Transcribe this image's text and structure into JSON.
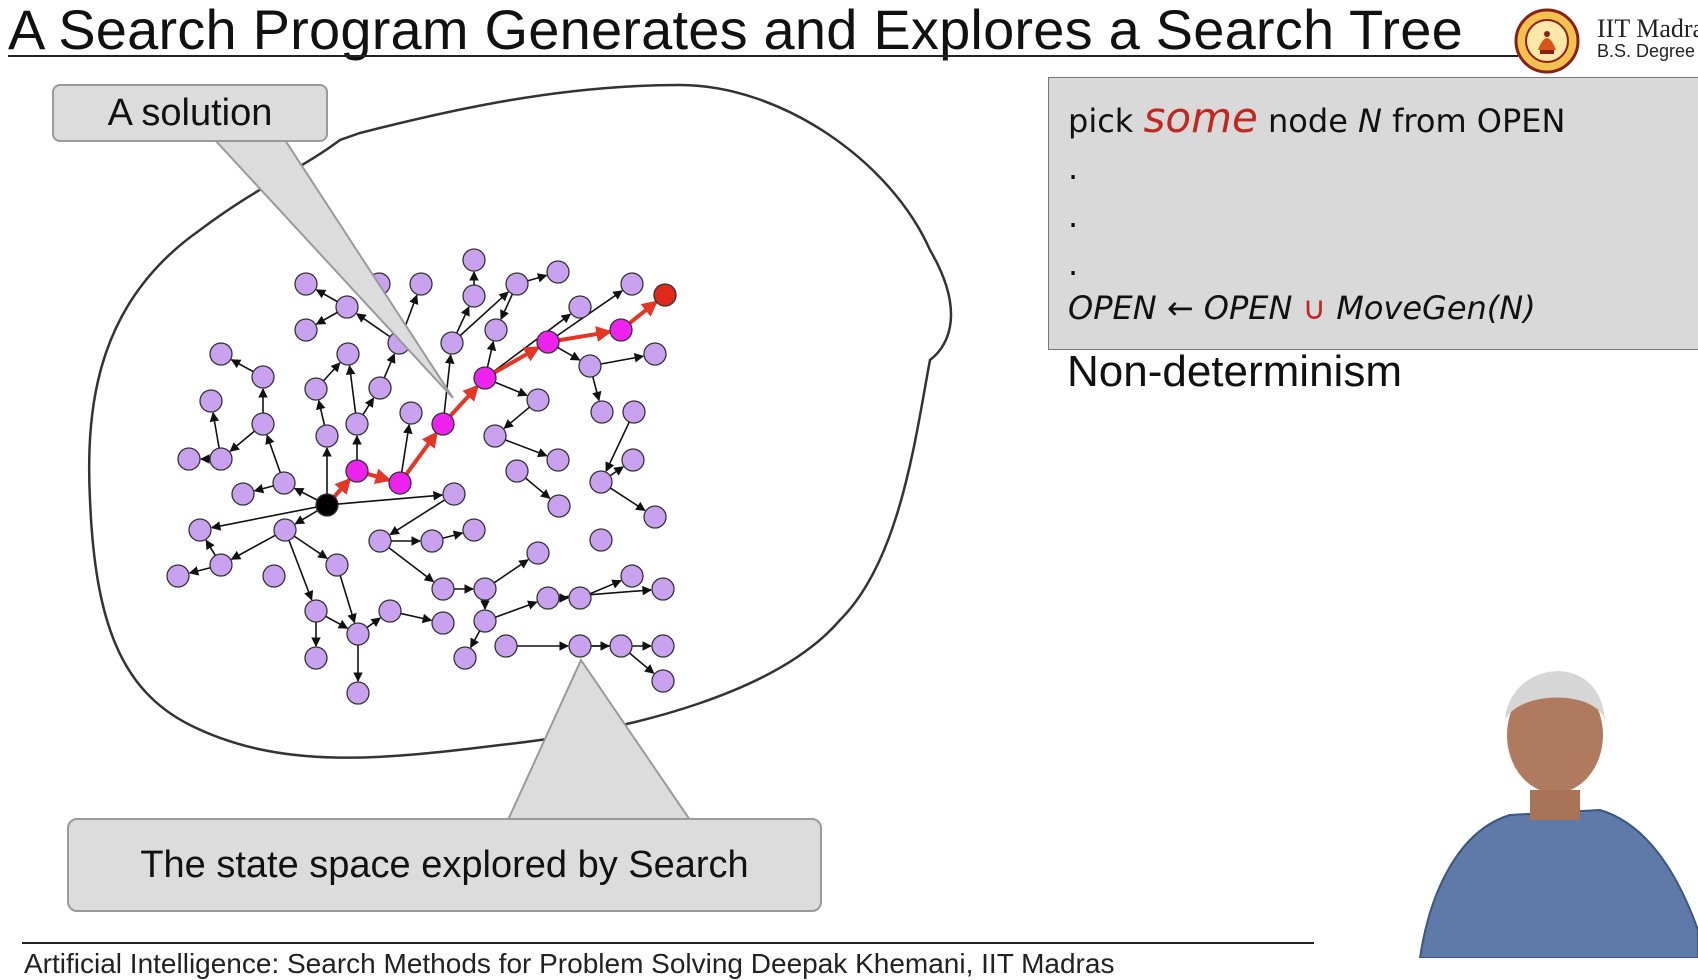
{
  "slide": {
    "title": "A Search Program Generates and Explores a Search Tree",
    "logo_line1": "IIT Madras",
    "logo_line2": "B.S. Degree"
  },
  "callouts": {
    "solution": "A solution",
    "state_space": "The state space explored by Search"
  },
  "code": {
    "line1_pre": "pick ",
    "line1_some": "some",
    "line1_mid": " node ",
    "line1_n": "N",
    "line1_post": " from OPEN",
    "dot": ".",
    "open_left": "OPEN",
    "arrow": "←",
    "open_right": "OPEN",
    "union": "∪",
    "movegen": "MoveGen(N)"
  },
  "subtitle": "Non-determinism",
  "footer": "Artificial Intelligence: Search Methods for Problem Solving Deepak Khemani, IIT Madras",
  "colors": {
    "node_fill": "#c8a2ee",
    "path_fill": "#ee22ee",
    "start_fill": "#000000",
    "goal_fill": "#e0281c",
    "path_arrow": "#e53525",
    "accent_red": "#c3261f"
  }
}
